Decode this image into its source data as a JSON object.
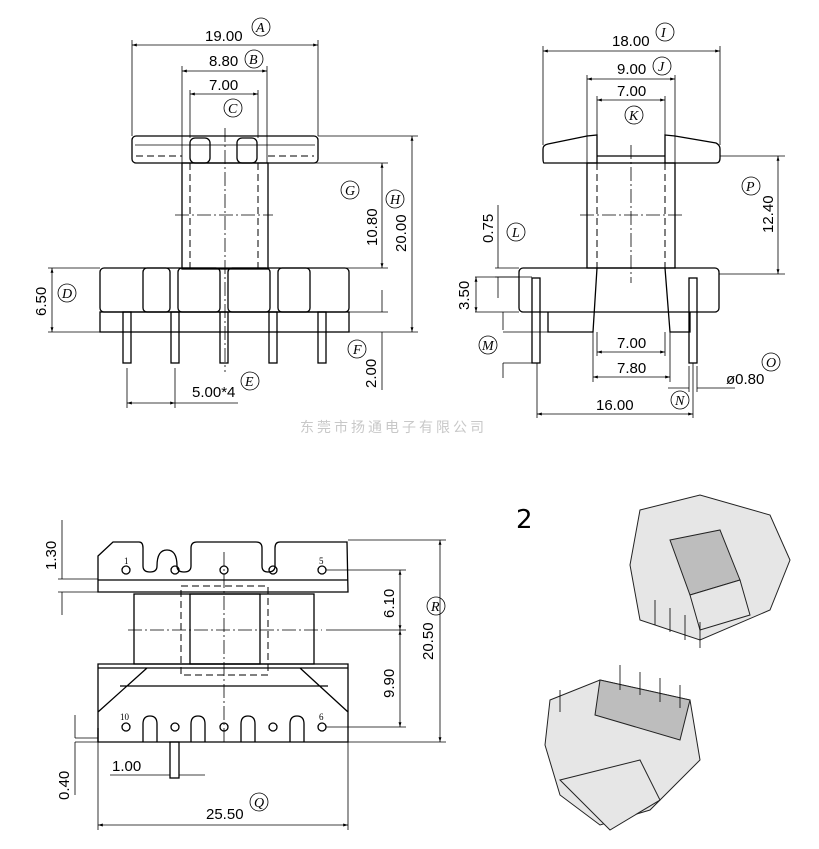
{
  "front_view": {
    "dims": {
      "A": "19.00",
      "B": "8.80",
      "C": "7.00",
      "G": "10.80",
      "H": "20.00",
      "D": "6.50",
      "F": "2.00",
      "E": "5.00*4"
    },
    "labels": {
      "A": "A",
      "B": "B",
      "C": "C",
      "D": "D",
      "E": "E",
      "F": "F",
      "G": "G",
      "H": "H"
    }
  },
  "side_view": {
    "dims": {
      "I": "18.00",
      "J": "9.00",
      "K": "7.00",
      "P": "12.40",
      "L": "0.75",
      "M": "3.50",
      "inner": "7.00",
      "outer": "7.80",
      "N": "16.00",
      "O": "ø0.80"
    },
    "labels": {
      "I": "I",
      "J": "J",
      "K": "K",
      "L": "L",
      "M": "M",
      "N": "N",
      "O": "O",
      "P": "P"
    }
  },
  "bottom_view": {
    "dims": {
      "top": "1.30",
      "mid_top": "6.10",
      "mid_bot": "9.90",
      "R": "20.50",
      "slot": "1.00",
      "gap": "0.40",
      "Q": "25.50"
    },
    "labels": {
      "Q": "Q",
      "R": "R"
    },
    "pins": {
      "p1": "1",
      "p5": "5",
      "p10": "10",
      "p6": "6"
    }
  },
  "watermark": "东莞市扬通电子有限公司",
  "figure_number": "2"
}
